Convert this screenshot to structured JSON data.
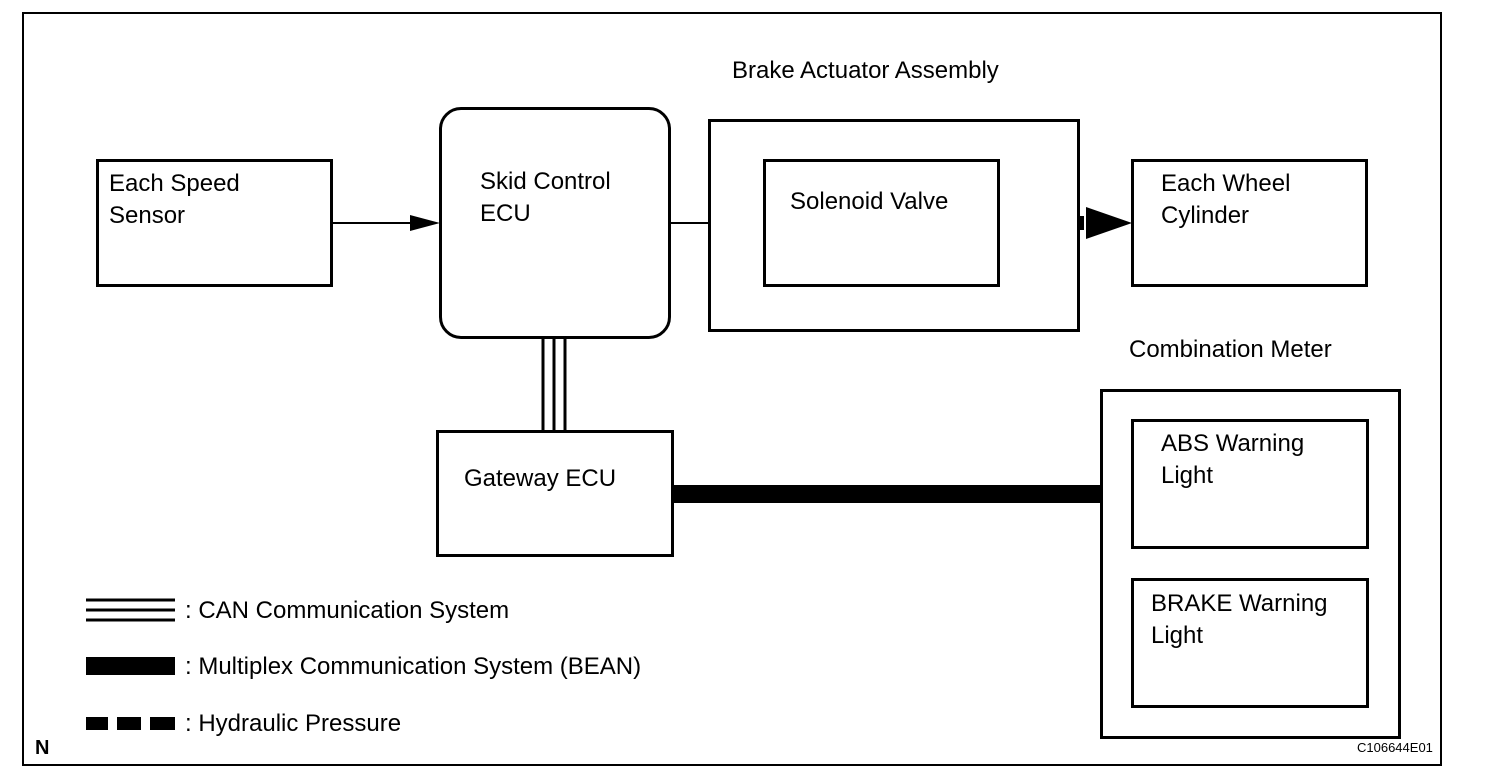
{
  "blocks": {
    "speed_sensor": "Each Speed\nSensor",
    "skid_ecu": "Skid Control\nECU",
    "actuator_caption": "Brake Actuator Assembly",
    "solenoid": "Solenoid Valve",
    "wheel_cylinder": "Each Wheel\nCylinder",
    "gateway": "Gateway ECU",
    "meter_caption": "Combination Meter",
    "abs_light": "ABS Warning\nLight",
    "brake_light": "BRAKE Warning\nLight"
  },
  "legend": {
    "can": ": CAN Communication System",
    "bean": ": Multiplex Communication System (BEAN)",
    "hydraulic": ": Hydraulic Pressure"
  },
  "footer": {
    "north": "N",
    "code": "C106644E01"
  }
}
